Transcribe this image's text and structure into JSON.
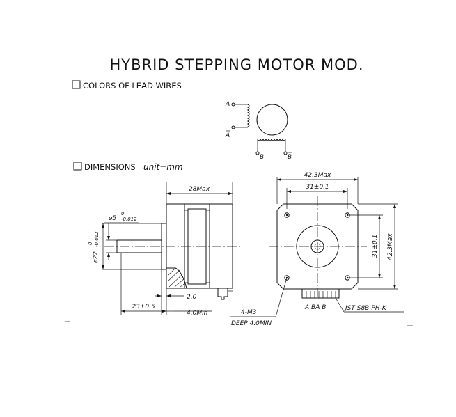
{
  "title": "HYBRID STEPPING MOTOR MOD.",
  "sections": {
    "colors": "COLORS OF LEAD WIRES",
    "dimensions": "DIMENSIONS",
    "unit": "unit=mm"
  },
  "wiring": {
    "a": "A",
    "a_bar": "A",
    "b": "B",
    "b_bar": "B"
  },
  "side_view": {
    "length": "28Max",
    "shaft_dia": "ø5",
    "shaft_tol_upper": "0",
    "shaft_tol_lower": "-0.012",
    "pilot_dia": "ø22",
    "pilot_tol_upper": "0",
    "pilot_tol_lower": "-0.012",
    "shaft_len": "23±0.5",
    "pilot_depth": "2.0",
    "min_len": "4.0Min"
  },
  "front_view": {
    "width_max": "42.3Max",
    "hole_spacing_h": "31±0.1",
    "hole_spacing_v": "31±0.1",
    "height_max": "42.3Max",
    "screw": "4-M3",
    "screw_depth": "DEEP 4.0MIN",
    "connector_pins": "A BĀ B",
    "connector": "JST S8B-PH-K"
  }
}
